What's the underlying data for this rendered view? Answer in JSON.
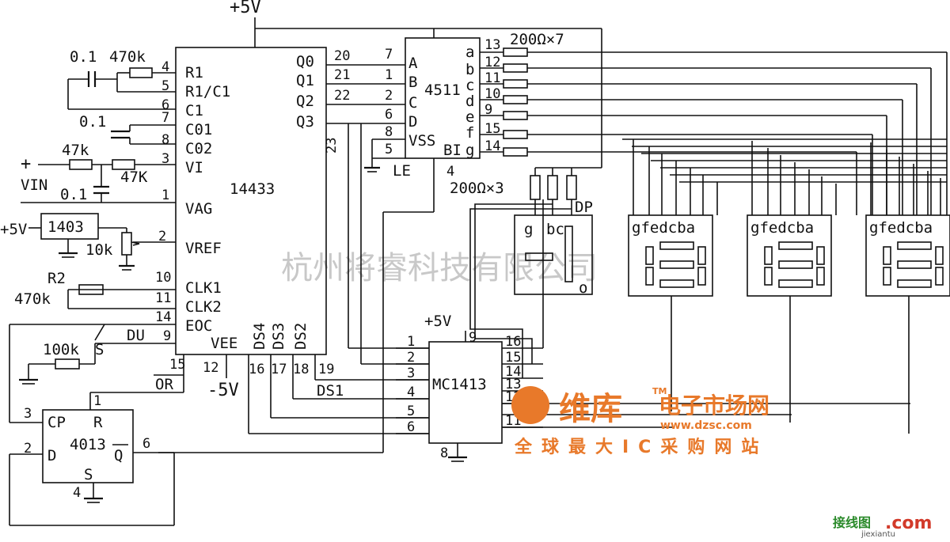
{
  "supply": {
    "top": "+5V",
    "neg": "-5V",
    "mc_supply": "+5V"
  },
  "chips": {
    "adc": "14433",
    "decoder": "4511",
    "driver": "MC1413",
    "flipflop": "4013",
    "vref": "1403"
  },
  "adc_pins_left": [
    "R1",
    "R1/C1",
    "C1",
    "C01",
    "C02",
    "VI",
    "VAG",
    "VREF",
    "CLK1",
    "CLK2",
    "EOC"
  ],
  "adc_pinnums_left": [
    "4",
    "5",
    "6",
    "7",
    "8",
    "3",
    "1",
    "2",
    "10",
    "11",
    "14"
  ],
  "adc_pins_right": [
    "Q0",
    "Q1",
    "Q2",
    "Q3"
  ],
  "adc_pinnums_right": [
    "20",
    "21",
    "22",
    "23"
  ],
  "adc_pins_bottom": [
    "VEE",
    "DS4",
    "DS3",
    "DS2",
    "DU",
    "OR"
  ],
  "adc_pinnums_bottom": [
    "9",
    "15",
    "12",
    "16",
    "17",
    "18",
    "19"
  ],
  "dec_in": [
    "A",
    "B",
    "C",
    "D",
    "VSS",
    "BI",
    "LE"
  ],
  "dec_in_nums": [
    "7",
    "1",
    "2",
    "6",
    "8",
    "5",
    "4"
  ],
  "dec_out": [
    "a",
    "b",
    "c",
    "d",
    "e",
    "f",
    "g"
  ],
  "dec_out_nums": [
    "13",
    "12",
    "11",
    "10",
    "9",
    "15",
    "14"
  ],
  "mc_left": [
    "1",
    "2",
    "3",
    "4",
    "5",
    "6"
  ],
  "mc_right": [
    "16",
    "15",
    "14",
    "13",
    "12",
    "11"
  ],
  "mc_pins": {
    "top": "9",
    "bottom": "8"
  },
  "ff": {
    "cp": "CP",
    "r": "R",
    "d": "D",
    "q": "Q",
    "s": "S",
    "p_cp": "3",
    "p_r": "1",
    "p_d": "2",
    "p_q": "6",
    "p_s": "4"
  },
  "components": {
    "c1": "0.1",
    "r1": "470k",
    "c2": "0.1",
    "r_in1": "47k",
    "r_in2": "47K",
    "vin": "VIN",
    "plus": "+",
    "c3": "0.1",
    "pot": "10k",
    "r2": "R2",
    "r2v": "470k",
    "rs": "100k",
    "sw": "S",
    "res7": "200Ω×7",
    "res3": "200Ω×3",
    "ds1": "DS1"
  },
  "seg_labels": {
    "g": "g",
    "bc": "bc",
    "dp": "DP",
    "digit": "gfedcba",
    "dot": "o"
  },
  "watermark": "杭州将睿科技有限公司",
  "logo": {
    "name": "维库",
    "sub": "电子市场网",
    "url": "www.dzsc.com",
    "slogan": "全球最大IC采购网站",
    "tm": "TM"
  },
  "corner": {
    "main": "接线图",
    "com": ".com",
    "url": "jiexiantu"
  }
}
